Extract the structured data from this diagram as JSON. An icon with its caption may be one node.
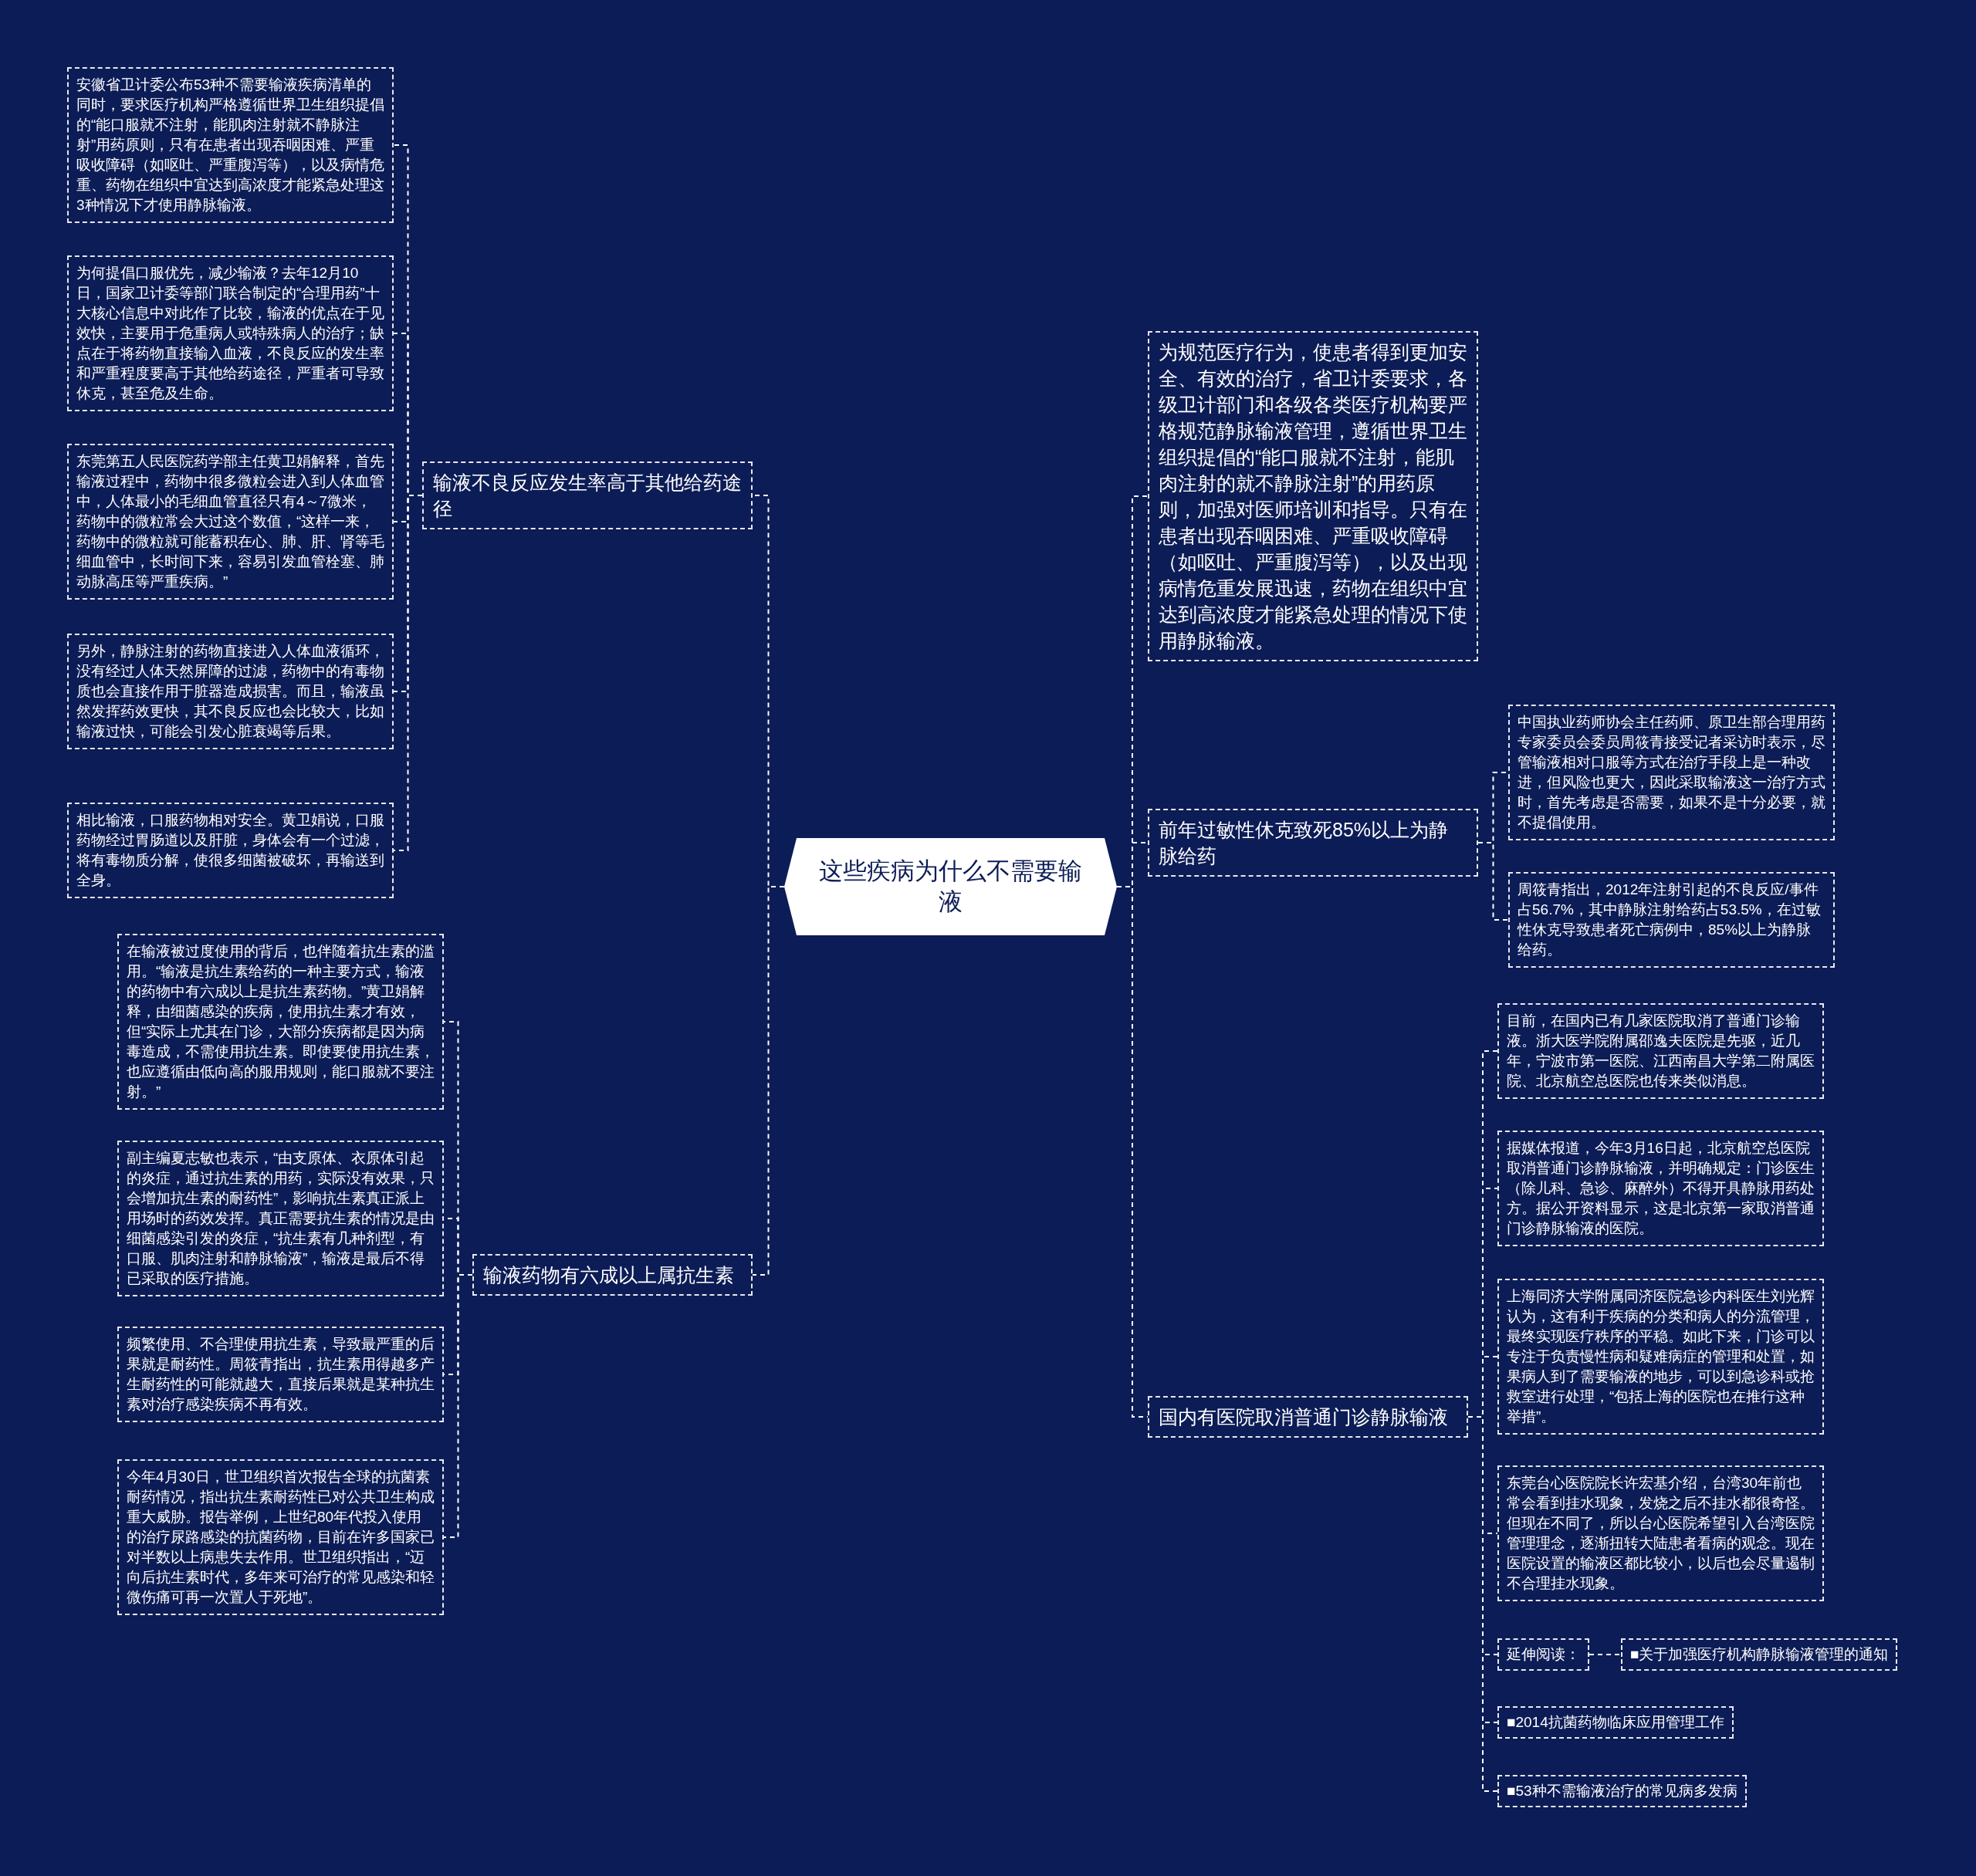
{
  "diagram": {
    "nodes": [
      {
        "text": [
          "这些疾病为什么不需要输液"
        ]
      },
      {
        "text": [
          "输液不良反应发生率高于其他给药途径"
        ]
      },
      {
        "text": [
          "安徽省卫计委公布53种不需要输液疾病清单的同时，要求医疗机构严格遵循世界卫生组织提倡的“能口服就不注射，能肌肉注射就不静脉注射”用药原则，只有在患者出现吞咽困难、严重吸收障碍（如呕吐、严重腹泻等），以及病情危重、药物在组织中宜达到高浓度才能紧急处理这3种情况下才使用静脉输液。"
        ]
      },
      {
        "text": [
          "为何提倡口服优先，减少输液？去年12月10日，国家卫计委等部门联合制定的“合理用药”十大核心信息中对此作了比较，输液的优点在于见效快，主要用于危重病人或特殊病人的治疗；缺点在于将药物直接输入血液，不良反应的发生率和严重程度要高于其他给药途径，严重者可导致休克，甚至危及生命。"
        ]
      },
      {
        "text": [
          "东莞第五人民医院药学部主任黄卫娟解释，首先输液过程中，药物中很多微粒会进入到人体血管中，人体最小的毛细血管直径只有4～7微米，药物中的微粒常会大过这个数值，“这样一来，药物中的微粒就可能蓄积在心、肺、肝、肾等毛细血管中，长时间下来，容易引发血管栓塞、肺动脉高压等严重疾病。”"
        ]
      },
      {
        "text": [
          "另外，静脉注射的药物直接进入人体血液循环，没有经过人体天然屏障的过滤，药物中的有毒物质也会直接作用于脏器造成损害。而且，输液虽然发挥药效更快，其不良反应也会比较大，比如输液过快，可能会引发心脏衰竭等后果。"
        ]
      },
      {
        "text": [
          "相比输液，口服药物相对安全。黄卫娟说，口服药物经过胃肠道以及肝脏，身体会有一个过滤，将有毒物质分解，使很多细菌被破坏，再输送到全身。"
        ]
      },
      {
        "text": [
          "输液药物有六成以上属抗生素"
        ]
      },
      {
        "text": [
          "在输液被过度使用的背后，也伴随着抗生素的滥用。“输液是抗生素给药的一种主要方式，输液的药物中有六成以上是抗生素药物。”黄卫娟解释，由细菌感染的疾病，使用抗生素才有效，但“实际上尤其在门诊，大部分疾病都是因为病毒造成，不需使用抗生素。即使要使用抗生素，也应遵循由低向高的服用规则，能口服就不要注射。”"
        ]
      },
      {
        "text": [
          "副主编夏志敏也表示，“由支原体、衣原体引起的炎症，通过抗生素的用药，实际没有效果，只会增加抗生素的耐药性”，影响抗生素真正派上用场时的药效发挥。真正需要抗生素的情况是由细菌感染引发的炎症，“抗生素有几种剂型，有口服、肌肉注射和静脉输液”，输液是最后不得已采取的医疗措施。"
        ]
      },
      {
        "text": [
          "频繁使用、不合理使用抗生素，导致最严重的后果就是耐药性。周筱青指出，抗生素用得越多产生耐药性的可能就越大，直接后果就是某种抗生素对治疗感染疾病不再有效。"
        ]
      },
      {
        "text": [
          "今年4月30日，世卫组织首次报告全球的抗菌素耐药情况，指出抗生素耐药性已对公共卫生构成重大威胁。报告举例，上世纪80年代投入使用的治疗尿路感染的抗菌药物，目前在许多国家已对半数以上病患失去作用。世卫组织指出，“迈向后抗生素时代，多年来可治疗的常见感染和轻微伤痛可再一次置人于死地”。"
        ]
      },
      {
        "text": [
          "为规范医疗行为，使患者得到更加安全、有效的治疗，省卫计委要求，各级卫计部门和各级各类医疗机构要严格规范静脉输液管理，遵循世界卫生组织提倡的“能口服就不注射，能肌肉注射的就不静脉注射”的用药原则，加强对医师培训和指导。只有在患者出现吞咽困难、严重吸收障碍（如呕吐、严重腹泻等），以及出现病情危重发展迅速，药物在组织中宜达到高浓度才能紧急处理的情况下使用静脉输液。"
        ]
      },
      {
        "text": [
          "前年过敏性休克致死85%以上为静脉给药"
        ]
      },
      {
        "text": [
          "中国执业药师协会主任药师、原卫生部合理用药专家委员会委员周筱青接受记者采访时表示，尽管输液相对口服等方式在治疗手段上是一种改进，但风险也更大，因此采取输液这一治疗方式时，首先考虑是否需要，如果不是十分必要，就不提倡使用。"
        ]
      },
      {
        "text": [
          "周筱青指出，2012年注射引起的不良反应/事件占56.7%，其中静脉注射给药占53.5%，在过敏性休克导致患者死亡病例中，85%以上为静脉给药。"
        ]
      },
      {
        "text": [
          "国内有医院取消普通门诊静脉输液"
        ]
      },
      {
        "text": [
          "目前，在国内已有几家医院取消了普通门诊输液。浙大医学院附属邵逸夫医院是先驱，近几年，宁波市第一医院、江西南昌大学第二附属医院、北京航空总医院也传来类似消息。"
        ]
      },
      {
        "text": [
          "据媒体报道，今年3月16日起，北京航空总医院取消普通门诊静脉输液，并明确规定：门诊医生（除儿科、急诊、麻醉外）不得开具静脉用药处方。据公开资料显示，这是北京第一家取消普通门诊静脉输液的医院。"
        ]
      },
      {
        "text": [
          "上海同济大学附属同济医院急诊内科医生刘光辉认为，这有利于疾病的分类和病人的分流管理，最终实现医疗秩序的平稳。如此下来，门诊可以专注于负责慢性病和疑难病症的管理和处置，如果病人到了需要输液的地步，可以到急诊科或抢救室进行处理，“包括上海的医院也在推行这种举措”。"
        ]
      },
      {
        "text": [
          "东莞台心医院院长许宏基介绍，台湾30年前也常会看到挂水现象，发烧之后不挂水都很奇怪。但现在不同了，所以台心医院希望引入台湾医院管理理念，逐渐扭转大陆患者看病的观念。现在医院设置的输液区都比较小，以后也会尽量遏制不合理挂水现象。"
        ]
      },
      {
        "text": [
          "延伸阅读："
        ]
      },
      {
        "text": [
          "■关于加强医疗机构静脉输液管理的通知"
        ]
      },
      {
        "text": [
          "■2014抗菌药物临床应用管理工作"
        ]
      },
      {
        "text": [
          "■53种不需输液治疗的常见病多发病"
        ]
      }
    ],
    "edges": [
      {
        "from": 0,
        "to": 1,
        "arrow": "none"
      },
      {
        "from": 1,
        "to": 2,
        "arrow": "none"
      },
      {
        "from": 1,
        "to": 3,
        "arrow": "none"
      },
      {
        "from": 1,
        "to": 4,
        "arrow": "none"
      },
      {
        "from": 1,
        "to": 5,
        "arrow": "none"
      },
      {
        "from": 1,
        "to": 6,
        "arrow": "none"
      },
      {
        "from": 0,
        "to": 7,
        "arrow": "none"
      },
      {
        "from": 7,
        "to": 8,
        "arrow": "none"
      },
      {
        "from": 7,
        "to": 9,
        "arrow": "none"
      },
      {
        "from": 7,
        "to": 10,
        "arrow": "none"
      },
      {
        "from": 7,
        "to": 11,
        "arrow": "none"
      },
      {
        "from": 0,
        "to": 12,
        "arrow": "none"
      },
      {
        "from": 0,
        "to": 13,
        "arrow": "none"
      },
      {
        "from": 13,
        "to": 14,
        "arrow": "none"
      },
      {
        "from": 13,
        "to": 15,
        "arrow": "none"
      },
      {
        "from": 0,
        "to": 16,
        "arrow": "none"
      },
      {
        "from": 16,
        "to": 17,
        "arrow": "none"
      },
      {
        "from": 16,
        "to": 18,
        "arrow": "none"
      },
      {
        "from": 16,
        "to": 19,
        "arrow": "none"
      },
      {
        "from": 16,
        "to": 20,
        "arrow": "none"
      },
      {
        "from": 16,
        "to": 21,
        "arrow": "none"
      },
      {
        "from": 21,
        "to": 22,
        "arrow": "none"
      },
      {
        "from": 16,
        "to": 23,
        "arrow": "none"
      },
      {
        "from": 16,
        "to": 24,
        "arrow": "none"
      }
    ]
  }
}
